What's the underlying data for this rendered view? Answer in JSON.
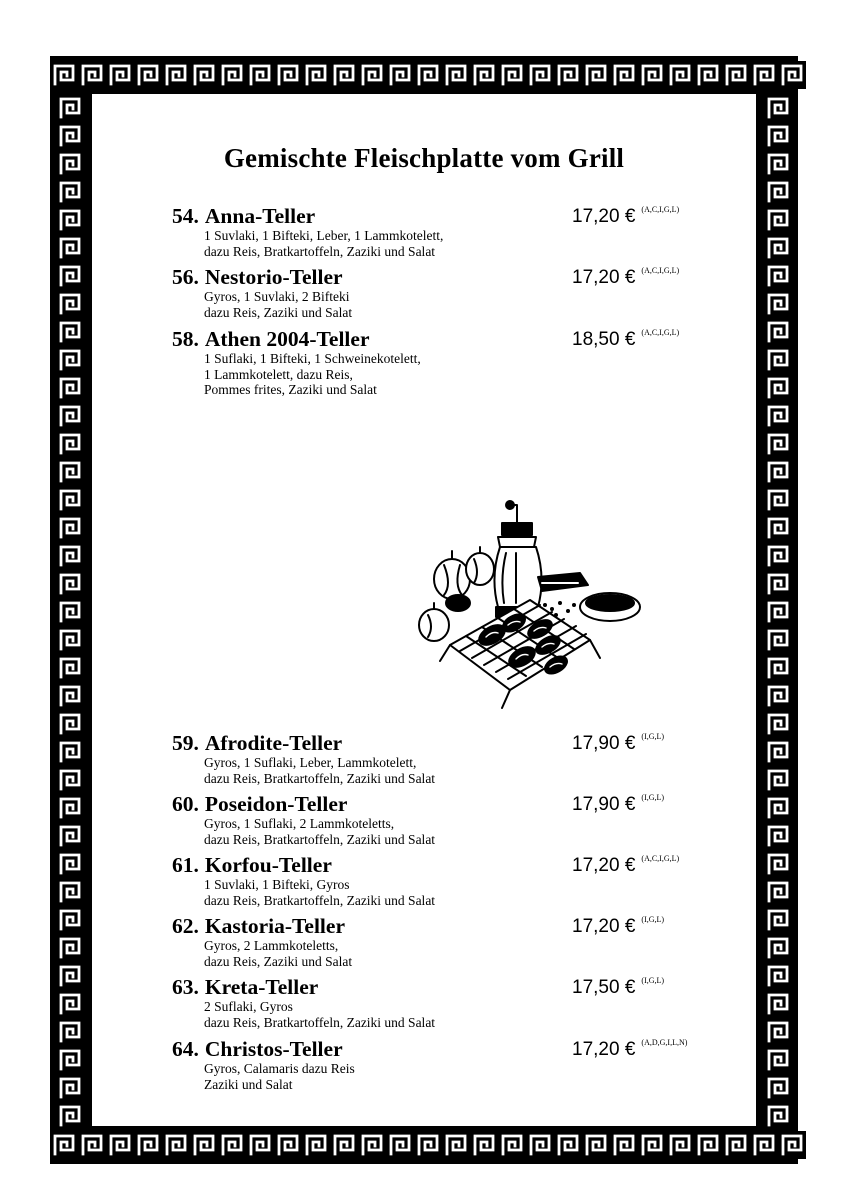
{
  "menu": {
    "title": "Gemischte Fleischplatte vom Grill",
    "items": [
      {
        "number": "54.",
        "name": "Anna-Teller",
        "price": "17,20 €",
        "codes": "(A,C,I,G,L)",
        "desc": [
          "1 Suvlaki, 1 Bifteki, Leber, 1 Lammkotelett,",
          "dazu Reis, Bratkartoffeln, Zaziki und Salat"
        ]
      },
      {
        "number": "56.",
        "name": "Nestorio-Teller",
        "price": "17,20 €",
        "codes": "(A,C,I,G,L)",
        "desc": [
          "Gyros, 1 Suvlaki, 2 Bifteki",
          "dazu Reis, Zaziki und Salat"
        ]
      },
      {
        "number": "58.",
        "name": "Athen 2004-Teller",
        "price": "18,50 €",
        "codes": "(A,C,I,G,L)",
        "desc": [
          "1 Suflaki, 1 Bifteki, 1 Schweinekotelett,",
          "1 Lammkotelett, dazu Reis,",
          "Pommes frites, Zaziki und Salat"
        ]
      },
      {
        "number": "59.",
        "name": "Afrodite-Teller",
        "price": "17,90 €",
        "codes": "(I,G,L)",
        "desc": [
          "Gyros, 1 Suflaki, Leber, Lammkotelett,",
          "dazu Reis, Bratkartoffeln, Zaziki und Salat"
        ]
      },
      {
        "number": "60.",
        "name": "Poseidon-Teller",
        "price": "17,90 €",
        "codes": "(I,G,L)",
        "desc": [
          "Gyros, 1 Suflaki, 2 Lammkoteletts,",
          "dazu Reis, Bratkartoffeln, Zaziki und Salat"
        ]
      },
      {
        "number": "61.",
        "name": "Korfou-Teller",
        "price": "17,20 €",
        "codes": "(A,C,I,G,L)",
        "desc": [
          "1 Suvlaki, 1 Bifteki, Gyros",
          "dazu Reis, Bratkartoffeln, Zaziki und Salat"
        ]
      },
      {
        "number": "62.",
        "name": "Kastoria-Teller",
        "price": "17,20 €",
        "codes": "(I,G,L)",
        "desc": [
          "Gyros, 2 Lammkoteletts,",
          "dazu Reis,  Zaziki und Salat"
        ]
      },
      {
        "number": "63.",
        "name": "Kreta-Teller",
        "price": "17,50 €",
        "codes": "(I,G,L)",
        "desc": [
          "2 Suflaki, Gyros",
          "dazu Reis, Bratkartoffeln, Zaziki und Salat"
        ]
      },
      {
        "number": "64.",
        "name": "Christos-Teller",
        "price": "17,20 €",
        "codes": "(A,D,G,I,L,N)",
        "desc": [
          "Gyros, Calamaris dazu Reis",
          "Zaziki und Salat"
        ]
      }
    ]
  },
  "decoration": {
    "border_pattern": "greek-key-meander",
    "illustration": "grill-skewers-with-onions-and-pepper-mill"
  },
  "colors": {
    "ink": "#000000",
    "paper": "#ffffff"
  }
}
